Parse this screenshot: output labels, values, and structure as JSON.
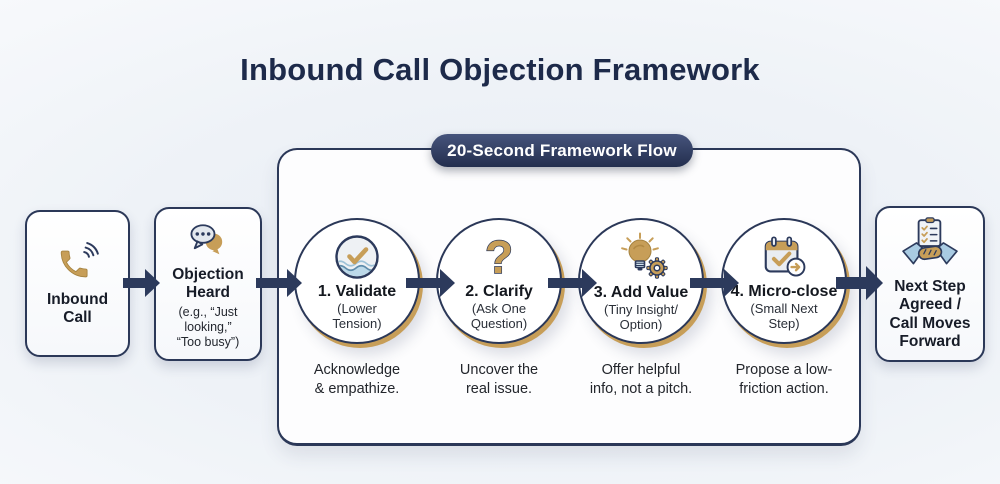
{
  "title": "Inbound Call Objection Framework",
  "panel": {
    "label": "20-Second Framework Flow"
  },
  "entry": {
    "inbound": {
      "label": "Inbound\nCall",
      "icon": "phone-icon"
    },
    "objection": {
      "label": "Objection\nHeard",
      "example": "(e.g., “Just\nlooking,”\n“Too busy”)",
      "icon": "chat-bubbles-icon"
    }
  },
  "steps": [
    {
      "title": "1. Validate",
      "subtitle": "(Lower\nTension)",
      "description": "Acknowledge\n& empathize.",
      "icon": "calm-check-icon"
    },
    {
      "title": "2. Clarify",
      "subtitle": "(Ask One\nQuestion)",
      "description": "Uncover the\nreal issue.",
      "icon": "question-mark-icon"
    },
    {
      "title": "3. Add Value",
      "subtitle": "(Tiny Insight/\nOption)",
      "description": "Offer helpful\ninfo, not a pitch.",
      "icon": "lightbulb-gear-icon"
    },
    {
      "title": "4. Micro-close",
      "subtitle": "(Small Next\nStep)",
      "description": "Propose a low-\nfriction action.",
      "icon": "calendar-check-icon"
    }
  ],
  "outcome": {
    "label": "Next Step\nAgreed /\nCall Moves\nForward",
    "icon": "handshake-checklist-icon"
  },
  "colors": {
    "navy": "#2c3a5c",
    "title_navy": "#1d2a4a",
    "gold": "#c79e58",
    "light_blue": "#a9cbe2",
    "page_bg": "#edf1f7",
    "panel_bg": "#fdfdfe"
  }
}
